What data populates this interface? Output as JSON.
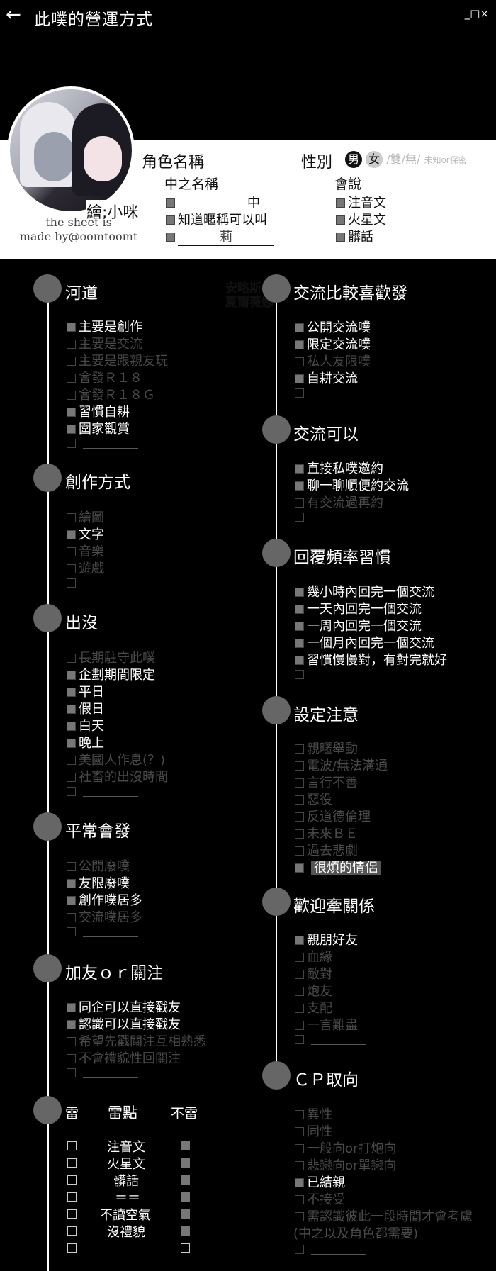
{
  "header": {
    "back_icon": "arrow-left-icon",
    "title": "此噗的營運方式",
    "window_controls": "_□×"
  },
  "profile": {
    "artist": "繪:小咪",
    "credit_line1": "the sheet is",
    "credit_line2": "made by@oomtoomt",
    "char_label": "角色名稱",
    "char_name1": "安略斯特",
    "char_name2": "夏爾薇娜",
    "gender_label": "性別",
    "gender_male": "男",
    "gender_female": "女",
    "gender_other": "/雙/無/",
    "gender_private": "未知or保密",
    "player_label": "中之名稱",
    "player_opt1_suffix": "中",
    "player_opt2": "知道暱稱可以叫",
    "player_opt3": "莉",
    "lang_label": "會說",
    "lang_opts": [
      "注音文",
      "火星文",
      "髒話"
    ]
  },
  "sections": {
    "river": {
      "title": "河道",
      "items": [
        "主要是創作",
        "主要是交流",
        "主要是跟親友玩",
        "會發Ｒ１８",
        "會發Ｒ１８Ｇ",
        "習慣自耕",
        "圍家觀賞"
      ]
    },
    "create": {
      "title": "創作方式",
      "items": [
        "繪圖",
        "文字",
        "音樂",
        "遊戲"
      ]
    },
    "appear": {
      "title": "出沒",
      "items": [
        "長期駐守此噗",
        "企劃期間限定",
        "平日",
        "假日",
        "白天",
        "晚上",
        "美國人作息(？)",
        "社畜的出沒時間"
      ]
    },
    "usual": {
      "title": "平常會發",
      "items": [
        "公開廢噗",
        "友限廢噗",
        "創作噗居多",
        "交流噗居多"
      ]
    },
    "friend": {
      "title": "加友ｏｒ關注",
      "items": [
        "同企可以直接戳友",
        "認識可以直接戳友",
        "希望先戳關注互相熟悉",
        "不會禮貌性回關注"
      ]
    },
    "mines": {
      "left": "雷",
      "mid": "雷點",
      "right": "不雷",
      "items": [
        "注音文",
        "火星文",
        "髒話",
        "＝＝",
        "不讀空氣",
        "沒禮貌"
      ]
    },
    "prefer": {
      "title": "交流比較喜歡發",
      "items": [
        "公開交流噗",
        "限定交流噗",
        "私人友限噗",
        "自耕交流"
      ]
    },
    "can": {
      "title": "交流可以",
      "items": [
        "直接私噗邀約",
        "聊一聊順便約交流",
        "有交流過再約"
      ]
    },
    "reply": {
      "title": "回覆頻率習慣",
      "items": [
        "幾小時內回完一個交流",
        "一天內回完一個交流",
        "一周內回完一個交流",
        "一個月內回完一個交流",
        "習慣慢慢對，有對完就好"
      ]
    },
    "note": {
      "title": "設定注意",
      "items": [
        "親暱舉動",
        "電波/無法溝通",
        "言行不善",
        "惡役",
        "反道德倫理",
        "未來ＢＥ",
        "過去悲劇",
        "很煩的情侶"
      ]
    },
    "rel": {
      "title": "歡迎牽關係",
      "items": [
        "親朋好友",
        "血緣",
        "敵對",
        "炮友",
        "支配",
        "一言難盡"
      ]
    },
    "cp": {
      "title": "ＣＰ取向",
      "items": [
        "異性",
        "同性",
        "一般向or打炮向",
        "悲戀向or單戀向",
        "已結親",
        "不接受",
        "需認識彼此一段時間才會考慮",
        "(中之以及角色都需要)"
      ]
    }
  }
}
